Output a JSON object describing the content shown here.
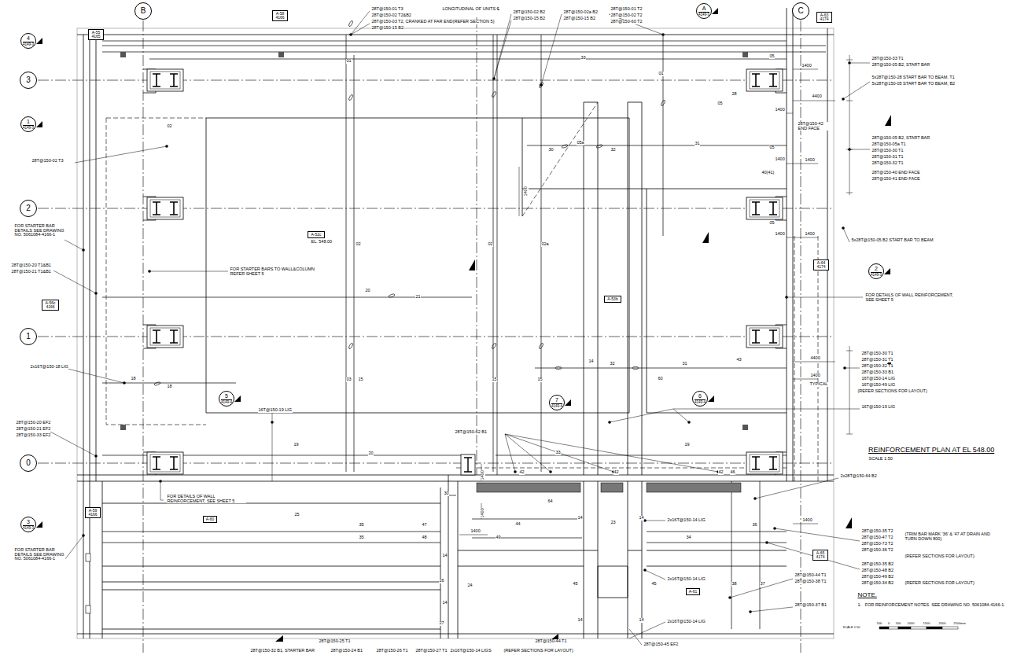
{
  "diagram": {
    "title": "REINFORCEMENT PLAN AT EL 548.00",
    "nodes": [
      {
        "text": [
          "B"
        ]
      },
      {
        "text": [
          "A-58",
          "4166"
        ]
      },
      {
        "text": [
          "A",
          "4149-3"
        ]
      },
      {
        "text": [
          "C"
        ]
      },
      {
        "text": [
          "A-63",
          "4174"
        ]
      },
      {
        "text": [
          "A-55",
          "4165"
        ]
      },
      {
        "text": [
          "4",
          "4149-3"
        ]
      },
      {
        "text": [
          "3"
        ]
      },
      {
        "text": [
          "1",
          "4149-3"
        ]
      },
      {
        "text": [
          "2"
        ]
      },
      {
        "text": [
          "A-52c"
        ]
      },
      {
        "text": [
          "A-64",
          "4174"
        ]
      },
      {
        "text": [
          "2",
          "4149-3"
        ]
      },
      {
        "text": [
          "A-53b"
        ]
      },
      {
        "text": [
          "A-56c",
          "4166"
        ]
      },
      {
        "text": [
          "1"
        ]
      },
      {
        "text": [
          "5",
          "4149-4"
        ]
      },
      {
        "text": [
          "6",
          "4149-4"
        ]
      },
      {
        "text": [
          "7",
          "4149-4"
        ]
      },
      {
        "text": [
          "0"
        ]
      },
      {
        "text": [
          "A-59",
          "4166"
        ]
      },
      {
        "text": [
          "A-60"
        ]
      },
      {
        "text": [
          "3",
          "4149-3"
        ]
      },
      {
        "text": [
          "A-65",
          "4174"
        ]
      },
      {
        "text": [
          "A-61"
        ]
      }
    ],
    "labels": [
      "28T@150-01 T3",
      "28T@150-02 T2&B2",
      "28T@150-03 T2, CRANKED AT FAR END(REFER SECTION 5)",
      "28T@150-15 B2",
      "LONGITUDINAL OF UNITS ℄",
      "28T@150-02 B2",
      "28T@150-15 B2",
      "28T@150-02a B2",
      "28T@150-15 B2",
      "28T@150-01 T2",
      "28T@150-02 T2",
      "28T@150-60 T2",
      "28T@150-33 T1",
      "28T@150-05 B2, START BAR",
      "5x28T@150-28 START BAR TO BEAM, T1",
      "5x28T@150-05 START BAR TO BEAM, B2",
      "28T@150-42 END FACE",
      "28T@150-05 B2, START BAR",
      "28T@150-05a T1",
      "28T@150-30 T1",
      "28T@150-31 T1",
      "28T@150-32 T1",
      "28T@150-40 END FACE",
      "28T@150-41 END FACE",
      "5x28T@150-05 B2 START BAR TO BEAM",
      "FOR DETAILS OF WALL REINFORCEMENT, SEE SHEET 5",
      "28T@150-30 T1",
      "28T@150-31 T1",
      "28T@150-32 T1",
      "28T@150-33 B1",
      "16T@150-14 LIG",
      "16T@150-49 LIG",
      "(REFER SECTIONS FOR LAYOUT)",
      "16T@150-19 LIG",
      "SCALE 1:50",
      "2x28T@150-64 B2",
      "28T@150-35 T2",
      "28T@150-47 T2",
      "28T@150-73 T2",
      "28T@150-36 T2",
      "(TRIM BAR MARK '36' & '47 AT DRAIN AND TURN DOWN 800)",
      "(REFER SECTIONS FOR LAYOUT)",
      "28T@150-35 B2",
      "28T@150-48 B2",
      "28T@150-49 B2",
      "28T@150-34 B2",
      "(REFER SECTIONS FOR LAYOUT)",
      "28T@150-44 T1",
      "28T@150-38 T1",
      "28T@150-37 B1",
      "NOTE.",
      "1.   FOR REINFORCEMENT NOTES  SEE DRAWING NO. 5061084-4166-1.",
      "SCALE 1:50",
      "500",
      "0",
      "500",
      "1000",
      "1500",
      "2000",
      "2500mm",
      "28T@150-02 T3",
      "FOR STARTER BAR DETAILS SEE DRAWING NO. 5061084-4166-1",
      "28T@150-20 T1&B1",
      "28T@150-21 T1&B1",
      "2x16T@150-18 LIG",
      "28T@150-20 EF2",
      "28T@150-21 EF2",
      "28T@150-33 EF2",
      "FOR STARTER BAR DETAILS SEE DRAWING NO. 5061084-4166-1",
      "FOR STARTER BARS TO WALL&COLUMN REFER SHEET 5",
      "EL. 548.00",
      "16T@150-19 LIG",
      "FOR DETAILS OF WALL REINFORCEMENT, SEE SHEET 5",
      "28T@150-62 B1",
      "2x16T@150-14 LIG",
      "2x16T@150-14 LIG",
      "2x16T@150-14 LIG",
      "28T@150-25 T1",
      "28T@150-44 T1",
      "28T@150-45 EF2",
      "28T@150-32 B1, STARTER BAR",
      "28T@150-24 B1",
      "28T@150-26 T1",
      "28T@150-27 T1",
      "2x16T@150-14 LIGS",
      "(REFER SECTIONS FOR LAYOUT)",
      "33",
      "05",
      "01",
      "01",
      "02",
      "02",
      "02",
      "02a",
      "05a",
      "30",
      "32",
      "31",
      "05",
      "05",
      "28",
      "05",
      "20",
      "21",
      "18",
      "18",
      "03",
      "15",
      "15",
      "15",
      "14",
      "32",
      "31",
      "43",
      "60",
      "19",
      "19",
      "20",
      "33",
      "42",
      "42",
      "42",
      "46",
      "64",
      "35",
      "47",
      "48",
      "35",
      "49",
      "44",
      "36",
      "34",
      "14",
      "23",
      "14",
      "14",
      "24",
      "26",
      "14",
      "27",
      "45",
      "45",
      "14",
      "14",
      "38",
      "37",
      "30",
      "25",
      "1400",
      "4400",
      "1400",
      "1400",
      "1400",
      "40(41)",
      "1400",
      "1400",
      "1400",
      "4400",
      "1400",
      "TYPICAL",
      "1400",
      "1400",
      "1400",
      "1400"
    ]
  }
}
